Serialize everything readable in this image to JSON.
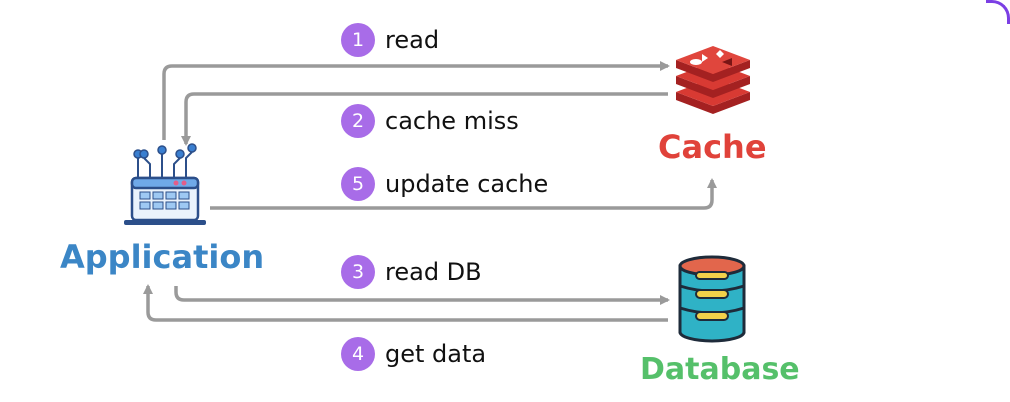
{
  "nodes": {
    "application": {
      "label": "Application",
      "color": "#3b86c6"
    },
    "cache": {
      "label": "Cache",
      "color": "#e0423a"
    },
    "database": {
      "label": "Database",
      "color": "#55c06a"
    }
  },
  "steps": [
    {
      "number": "1",
      "label": "read"
    },
    {
      "number": "2",
      "label": "cache miss"
    },
    {
      "number": "5",
      "label": "update cache"
    },
    {
      "number": "3",
      "label": "read DB"
    },
    {
      "number": "4",
      "label": "get data"
    }
  ],
  "colors": {
    "arrow": "#9a9a9a",
    "badge": "#a86ce8",
    "accent_border": "#7b3fe4"
  },
  "icons": {
    "application": "app-window-icon",
    "cache": "redis-stack-icon",
    "database": "database-cylinder-icon"
  }
}
